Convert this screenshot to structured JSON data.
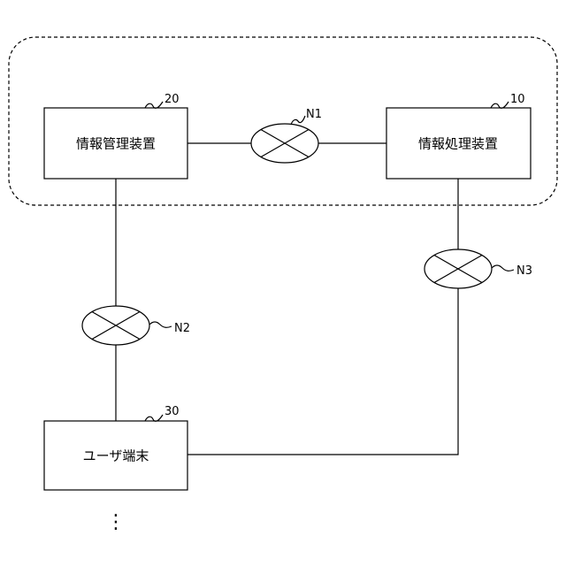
{
  "devices": {
    "info_management": {
      "label": "情報管理装置",
      "ref": "20"
    },
    "info_processing": {
      "label": "情報処理装置",
      "ref": "10"
    },
    "user_terminal": {
      "label": "ユーザ端末",
      "ref": "30"
    }
  },
  "networks": {
    "n1": "N1",
    "n2": "N2",
    "n3": "N3"
  },
  "continuation": "⋮"
}
